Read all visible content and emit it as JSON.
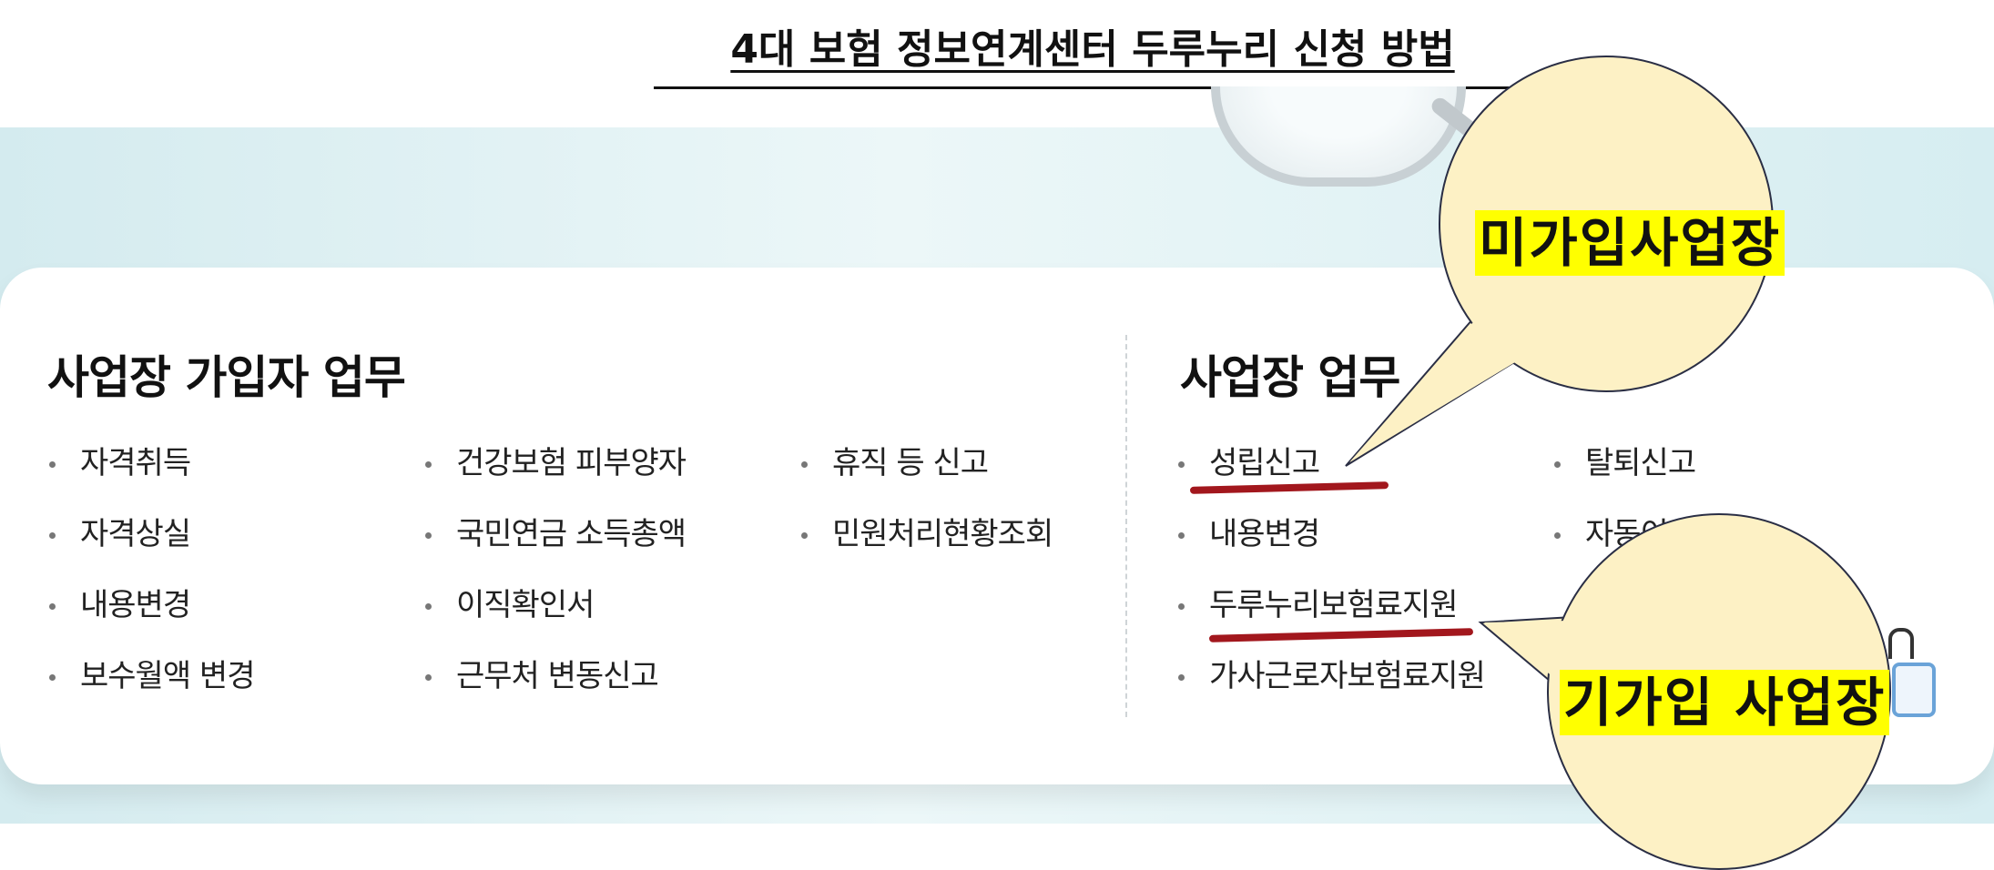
{
  "page_title": "4대 보험 정보연계센터 두루누리 신청 방법",
  "enrollee_section": {
    "title": "사업장 가입자 업무",
    "columns": [
      [
        "자격취득",
        "자격상실",
        "내용변경",
        "보수월액 변경"
      ],
      [
        "건강보험 피부양자",
        "국민연금 소득총액",
        "이직확인서",
        "근무처 변동신고"
      ],
      [
        "휴직 등 신고",
        "민원처리현황조회"
      ]
    ]
  },
  "workplace_section": {
    "title": "사업장 업무",
    "columns": [
      [
        "성립신고",
        "내용변경",
        "두루누리보험료지원",
        "가사근로자보험료지원"
      ],
      [
        "탈퇴신고",
        "자동이체"
      ]
    ]
  },
  "callouts": {
    "unregistered": "미가입사업장",
    "registered": "기가입 사업장"
  },
  "colors": {
    "highlight": "#ffff00",
    "callout_fill": "#fdf1c5",
    "markup_red": "#a2171d"
  }
}
